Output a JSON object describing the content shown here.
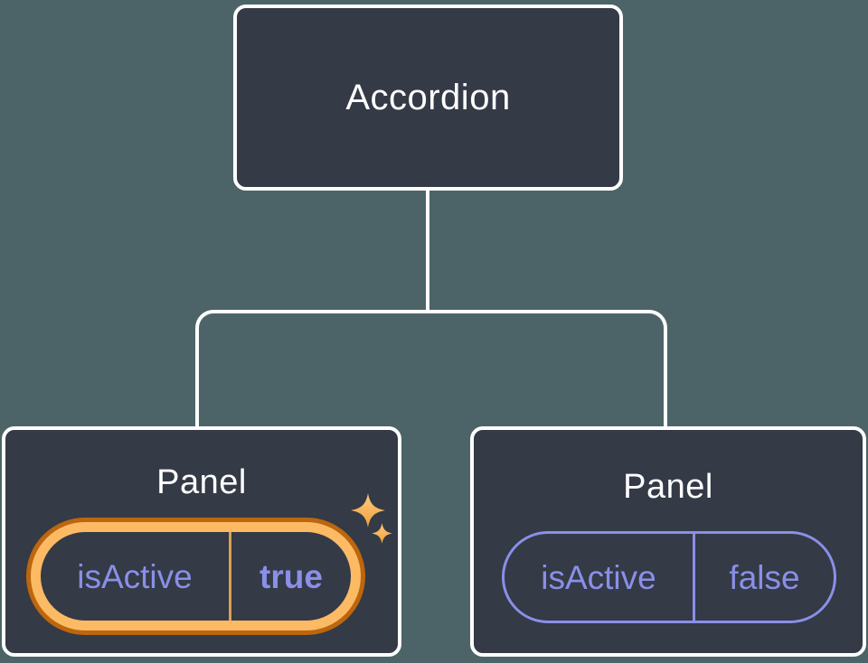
{
  "diagram": {
    "title_semantic": "component-tree-state-diagram",
    "colors": {
      "background": "#4C6467",
      "node_fill": "#343A46",
      "node_border": "#FFFFFF",
      "connector": "#FFFFFF",
      "accent_purple": "#8A8FE8",
      "highlight_ring_outer": "#BC660E",
      "highlight_ring_inner": "#FDBA64",
      "highlight_divider": "#D9A155",
      "sparkle_light": "#FFC97A",
      "sparkle_dark": "#EFA140"
    },
    "root": {
      "label": "Accordion"
    },
    "panels": [
      {
        "label": "Panel",
        "prop_name": "isActive",
        "prop_value": "true",
        "highlighted": true,
        "sparkles": "sparkle-icon"
      },
      {
        "label": "Panel",
        "prop_name": "isActive",
        "prop_value": "false",
        "highlighted": false
      }
    ]
  }
}
